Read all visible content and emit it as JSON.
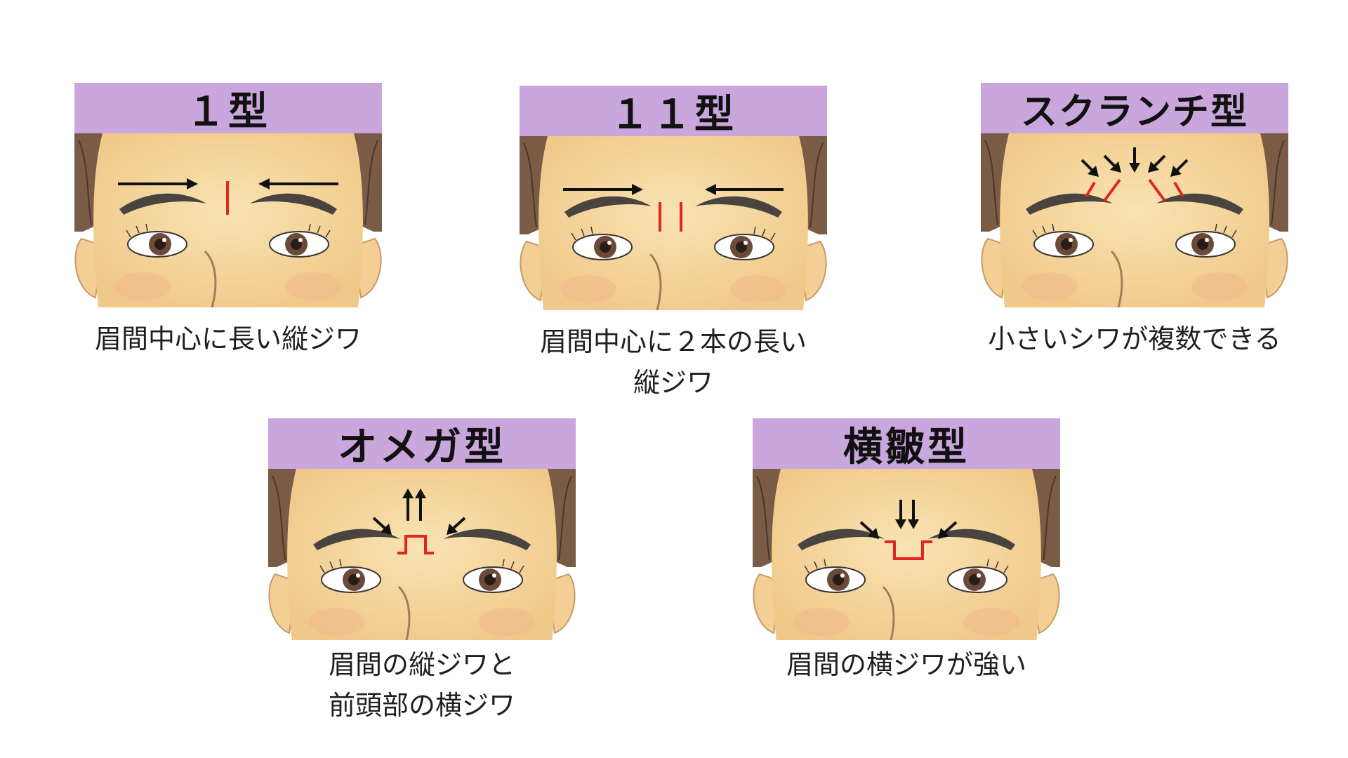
{
  "panels": [
    {
      "title": "１型",
      "caption_lines": [
        "眉間中心に長い縦ジワ"
      ],
      "illustration": "type1"
    },
    {
      "title": "１１型",
      "caption_lines": [
        "眉間中心に２本の長い",
        "縦ジワ"
      ],
      "illustration": "type11"
    },
    {
      "title": "スクランチ型",
      "caption_lines": [
        "小さいシワが複数できる"
      ],
      "illustration": "scrunch"
    },
    {
      "title": "オメガ型",
      "caption_lines": [
        "眉間の縦ジワと",
        "前頭部の横ジワ"
      ],
      "illustration": "omega"
    },
    {
      "title": "横皺型",
      "caption_lines": [
        "眉間の横ジワが強い"
      ],
      "illustration": "horizontal"
    }
  ],
  "colors": {
    "banner": "#c9a6dc",
    "skin": "#f6d9a0",
    "hair": "#7a5b46",
    "wrinkle": "#e0261e",
    "arrow": "#111111"
  }
}
